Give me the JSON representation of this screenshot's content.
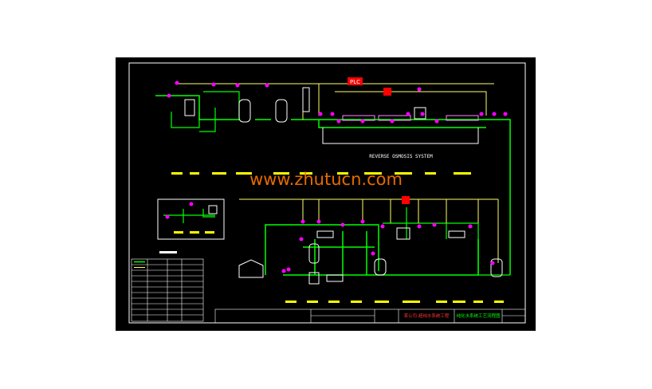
{
  "drawing": {
    "system_label": "REVERSE OSMOSIS SYSTEM",
    "plc_label": "PLC",
    "watermark": "www.zhutucn.com",
    "title_block_red": "某公司 超纯水系统工程",
    "title_block_green": "纯化水系统工艺流程图"
  },
  "colors": {
    "background": "#000000",
    "frame": "#ffffff",
    "pipe_main": "#00ff00",
    "pipe_secondary": "#ffff66",
    "valve": "#ff00ff",
    "equipment": "#ffffff",
    "plc": "#ff0000",
    "label_yellow": "#ffff00",
    "watermark": "#ff7700"
  }
}
